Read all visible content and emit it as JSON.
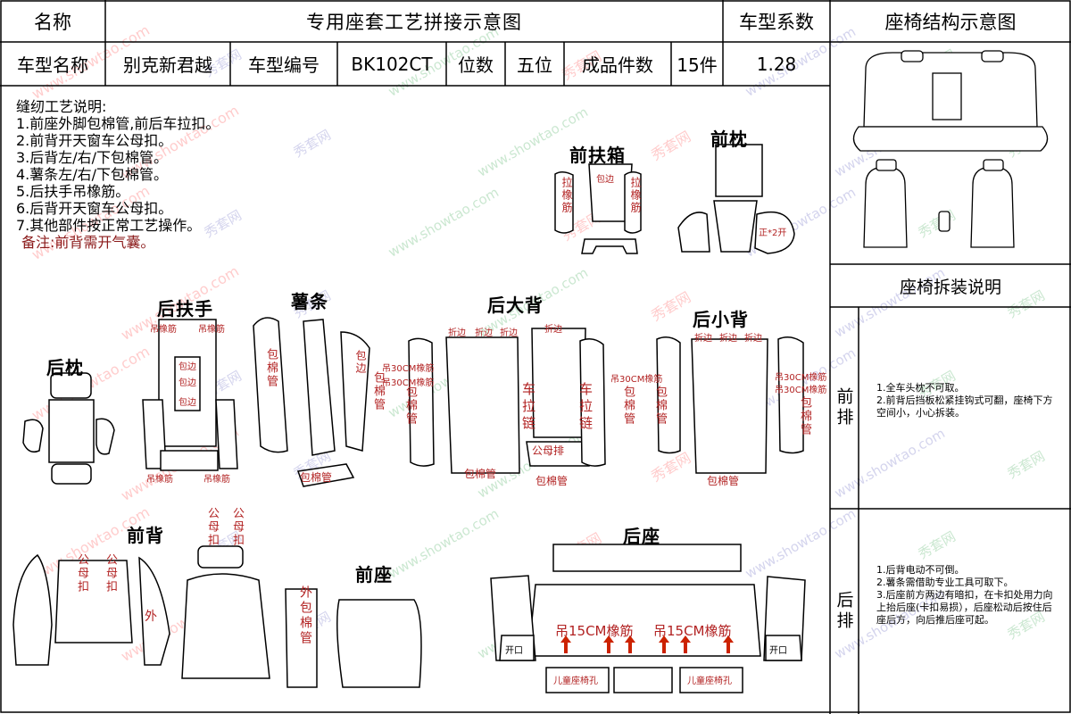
{
  "header": {
    "name_label": "名称",
    "title": "专用座套工艺拼接示意图",
    "coef_label": "车型系数",
    "structure_title": "座椅结构示意图"
  },
  "info_row": {
    "model_name_label": "车型名称",
    "model_name": "别克新君越",
    "model_code_label": "车型编号",
    "model_code": "BK102CT",
    "seats_label": "位数",
    "seats": "五位",
    "pieces_label": "成品件数",
    "pieces": "15件",
    "coefficient": "1.28"
  },
  "sewing_notes": {
    "heading": "缝纫工艺说明:",
    "items": [
      "1.前座外脚包棉管,前后车拉扣。",
      "2.前背开天窗车公母扣。",
      "3.后背左/右/下包棉管。",
      "4.薯条左/右/下包棉管。",
      "5.后扶手吊橡筋。",
      "6.后背开天窗车公母扣。",
      "7.其他部件按正常工艺操作。"
    ],
    "remark": "备注:前背需开气囊。"
  },
  "parts": {
    "front_armbox": "前扶箱",
    "front_pillow": "前枕",
    "rear_armrest": "后扶手",
    "fries": "薯条",
    "rear_big_back": "后大背",
    "rear_small_back": "后小背",
    "rear_pillow": "后枕",
    "front_back": "前背",
    "front_seat": "前座",
    "rear_seat": "后座"
  },
  "part_labels": {
    "pull_rib": "拉橡筋",
    "edge": "包边",
    "front_x2": "正*2开",
    "hang_rib": "吊橡筋",
    "fold_edge": "折边",
    "bind": "包棉管",
    "hang_30cm": "吊30CM橡筋",
    "car_zipper": "车拉链",
    "male_female": "公母扣",
    "male_female_row": "公母排",
    "outer": "外",
    "outer_bind": "外包棉管",
    "hang_15cm": "吊15CM橡筋",
    "opening": "开口",
    "child_seat": "儿童座椅孔"
  },
  "disassembly": {
    "title": "座椅拆装说明",
    "front_label": "前排",
    "front_notes": [
      "1.全车头枕不可取。",
      "2.前背后挡板松紧挂钩式可翻，座椅下方空间小，小心拆装。"
    ],
    "rear_label": "后排",
    "rear_notes": [
      "1.后背电动不可倒。",
      "2.薯条需借助专业工具可取下。",
      "3.后座前方两边有暗扣，在卡扣处用力向上抬后座(卡扣易损），后座松动后按住后座后方，向后推后座可起。"
    ]
  },
  "watermark": {
    "cn": "秀套网",
    "url": "www.showtao.com"
  },
  "colors": {
    "label_red": "#b22222",
    "arrow_red": "#cc2200",
    "line": "#000000"
  }
}
